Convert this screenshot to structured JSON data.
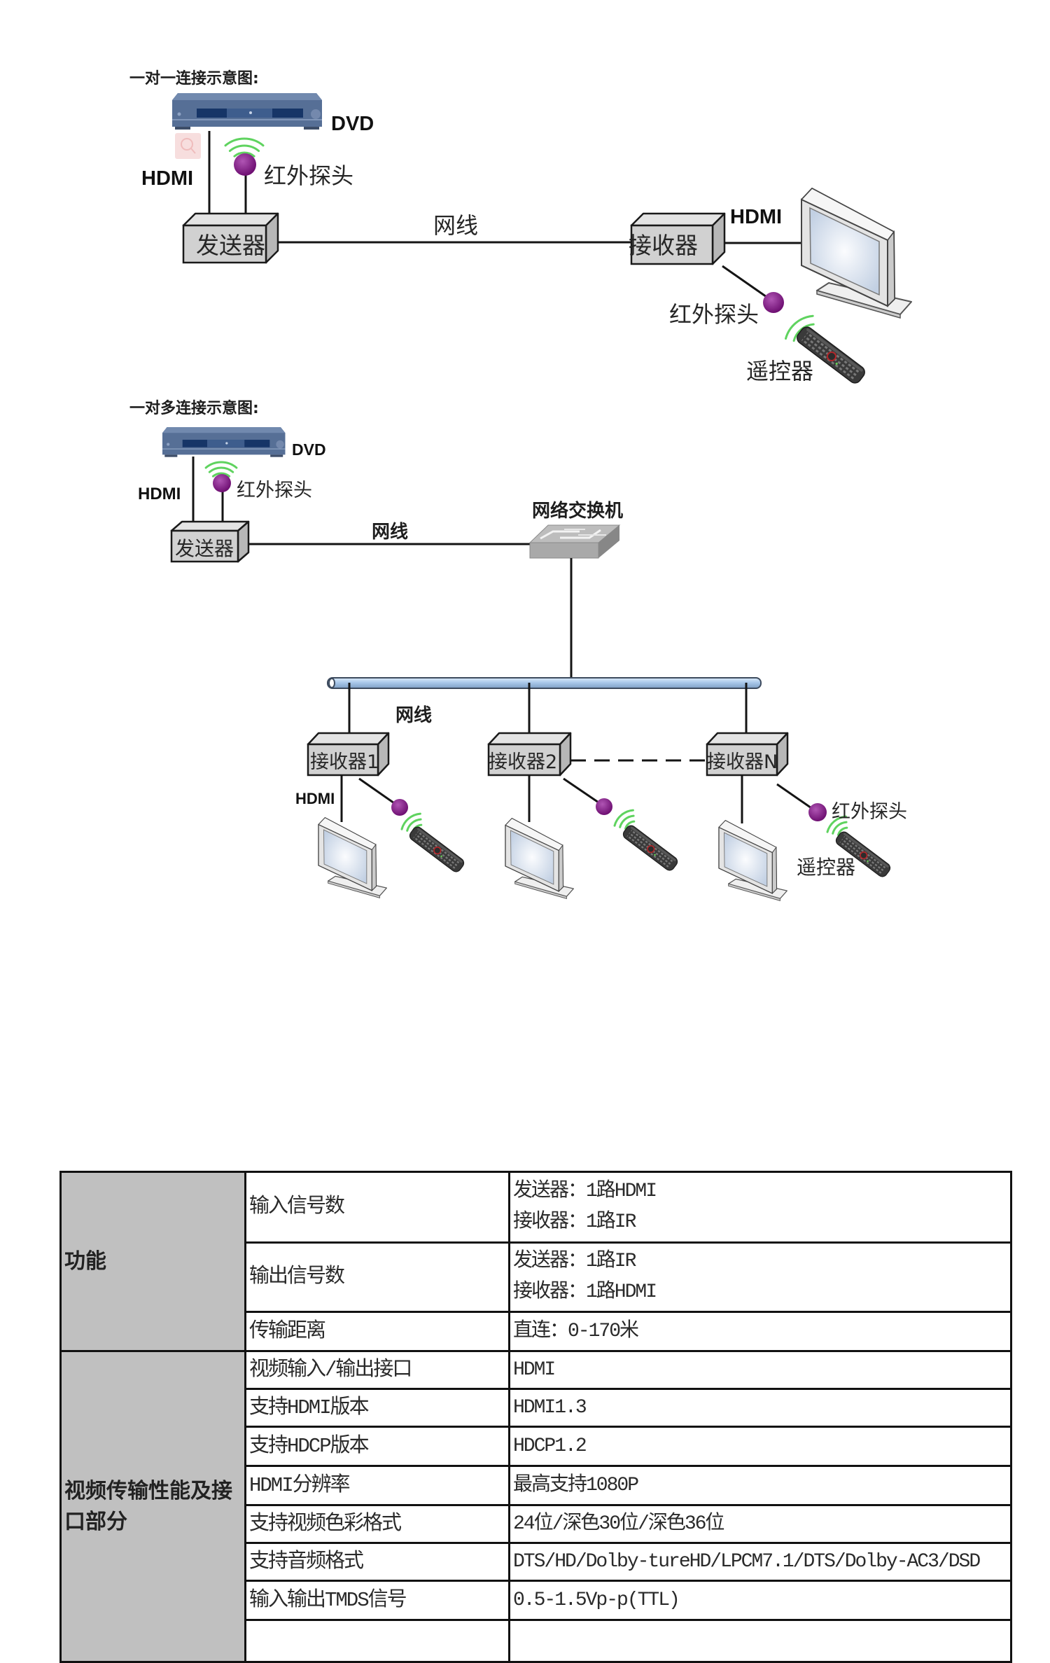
{
  "diagram_one_to_one": {
    "title": "一对一连接示意图:",
    "source_label": "DVD",
    "hdmi_in_label": "HDMI",
    "ir_probe_tx_label": "红外探头",
    "sender_label": "发送器",
    "cable_label": "网线",
    "receiver_label": "接收器",
    "hdmi_out_label": "HDMI",
    "ir_probe_rx_label": "红外探头",
    "remote_label": "遥控器"
  },
  "diagram_one_to_many": {
    "title": "一对多连接示意图:",
    "source_label": "DVD",
    "hdmi_in_label": "HDMI",
    "ir_probe_tx_label": "红外探头",
    "sender_label": "发送器",
    "cable_label_upper": "网线",
    "switch_label": "网络交换机",
    "cable_label_lower": "网线",
    "receivers": [
      "接收器1",
      "接收器2",
      "接收器N"
    ],
    "hdmi_out_label": "HDMI",
    "ir_probe_rx_label": "红外探头",
    "remote_label": "遥控器"
  },
  "spec_table": {
    "groups": [
      {
        "category": "功能",
        "rows": [
          {
            "parameter": "输入信号数",
            "value_lines": [
              "发送器：1路HDMI",
              "接收器：1路IR"
            ]
          },
          {
            "parameter": "输出信号数",
            "value_lines": [
              "发送器：1路IR",
              "接收器：1路HDMI"
            ]
          },
          {
            "parameter": "传输距离",
            "value_lines": [
              "直连：0-170米"
            ]
          }
        ]
      },
      {
        "category": "视频传输性能及接口部分",
        "rows": [
          {
            "parameter": "视频输入/输出接口",
            "value_lines": [
              "HDMI"
            ]
          },
          {
            "parameter": "支持HDMI版本",
            "value_lines": [
              "HDMI1.3"
            ]
          },
          {
            "parameter": "支持HDCP版本",
            "value_lines": [
              "HDCP1.2"
            ]
          },
          {
            "parameter": "HDMI分辨率",
            "value_lines": [
              "最高支持1080P"
            ]
          },
          {
            "parameter": "支持视频色彩格式",
            "value_lines": [
              "24位/深色30位/深色36位"
            ]
          },
          {
            "parameter": "支持音频格式",
            "value_lines": [
              "DTS/HD/Dolby-tureHD/LPCM7.1/DTS/Dolby-AC3/DSD"
            ]
          },
          {
            "parameter": "输入输出TMDS信号",
            "value_lines": [
              "0.5-1.5Vp-p(TTL)"
            ]
          }
        ]
      }
    ]
  },
  "colors": {
    "category_bg": "#c0c0c0",
    "ir_probe": "#6e0f72",
    "ir_signal": "#5fd35f",
    "network_bus": "#a9c8ea",
    "dvd_body": "#566f96",
    "device_box": "#d1d1d1"
  }
}
